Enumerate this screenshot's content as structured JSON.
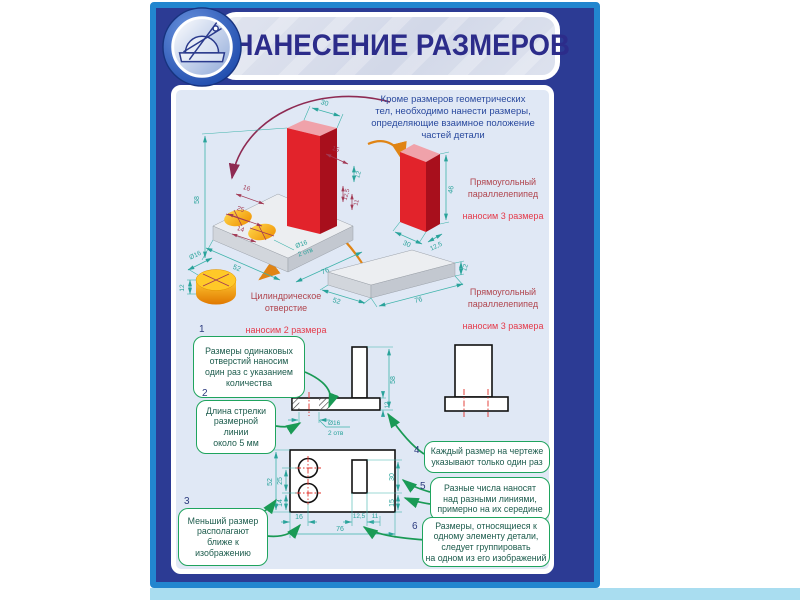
{
  "header": {
    "title": "НАНЕСЕНИЕ РАЗМЕРОВ",
    "logo_icon": "compass-protractor-icon"
  },
  "intro": {
    "text": "Кроме размеров геометрических\nтел, необходимо нанести размеры,\nопределяющие взаимное положение\nчастей детали"
  },
  "captions": {
    "box_right": {
      "name": "Прямоугольный\nпараллелепипед",
      "note": "наносим 3 размера"
    },
    "plate_right": {
      "name": "Прямоугольный\nпараллелепипед",
      "note": "наносим 3 размера"
    },
    "cylinder": {
      "name": "Цилиндрическое\nотверстие",
      "note": "наносим 2 размера"
    }
  },
  "callouts": [
    {
      "num": "1",
      "text": "Размеры одинаковых\nотверстий наносим\nодин раз с указанием\nколичества"
    },
    {
      "num": "2",
      "text": "Длина стрелки\nразмерной\nлинии\nоколо 5 мм"
    },
    {
      "num": "3",
      "text": "Меньший размер\nрасполагают\nближе к\nизображению"
    },
    {
      "num": "4",
      "text": "Каждый размер на чертеже\nуказывают только один раз"
    },
    {
      "num": "5",
      "text": "Разные числа наносят\nнад разными линиями,\nпримерно на их середине"
    },
    {
      "num": "6",
      "text": "Размеры, относящиеся к\nодному элементу детали,\nследует группировать\nна одном из его изображений"
    }
  ],
  "dims": {
    "assembly": {
      "w30": "30",
      "h58": "58",
      "d16": "16",
      "d25": "25",
      "d14": "14",
      "l52": "52",
      "dia": "Ø16",
      "qty": "2 отв",
      "l76": "76",
      "r15": "15",
      "r12": "12",
      "r125": "12,5",
      "r11": "11"
    },
    "red_box": {
      "h46": "46",
      "w30": "30",
      "d125": "12,5"
    },
    "plate": {
      "l52": "52",
      "l76": "76",
      "h12": "12"
    },
    "cylinder": {
      "dia": "Ø16",
      "h12": "12"
    },
    "section": {
      "h58": "58",
      "t12": "12",
      "dia": "Ø16",
      "qty": "2 отв"
    },
    "top_view": {
      "h52": "52",
      "h25": "25",
      "h14": "14",
      "r30": "30",
      "r15": "15",
      "b16": "16",
      "b125": "12,5",
      "b11": "11",
      "b76": "76"
    }
  },
  "colors": {
    "frame_blue": "#2286cf",
    "navy": "#2c3b94",
    "content_bg": "#e0e8f5",
    "dim_teal": "#2aa39b",
    "dim_dark_red": "#a23a55",
    "callout_green": "#1fa45e",
    "part_red": "#e2232b",
    "hole_orange": "#f49a00",
    "arrow_orange": "#e08414",
    "caption_red": "#e43a4a",
    "title_navy": "#2c2c8a",
    "strip_blue": "#a9ddf0"
  }
}
